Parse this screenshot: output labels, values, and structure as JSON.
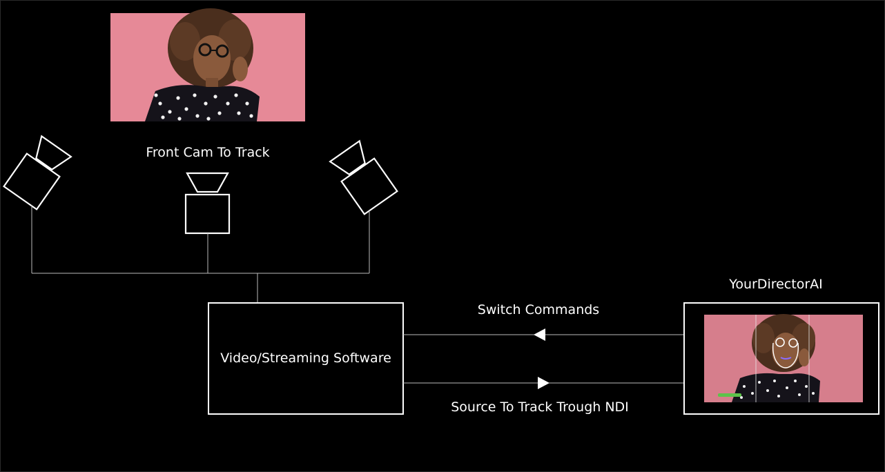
{
  "diagram": {
    "front_cam_label": "Front Cam To Track",
    "software_label": "Video/Streaming Software",
    "ai_label": "YourDirectorAI",
    "switch_commands_label": "Switch Commands",
    "source_label": "Source To Track Trough NDI"
  },
  "colors": {
    "background": "#000000",
    "stroke": "#ffffff",
    "connector": "#bdbdbd",
    "photo_pink": "#e68997",
    "progress_green": "#5dc34a"
  }
}
